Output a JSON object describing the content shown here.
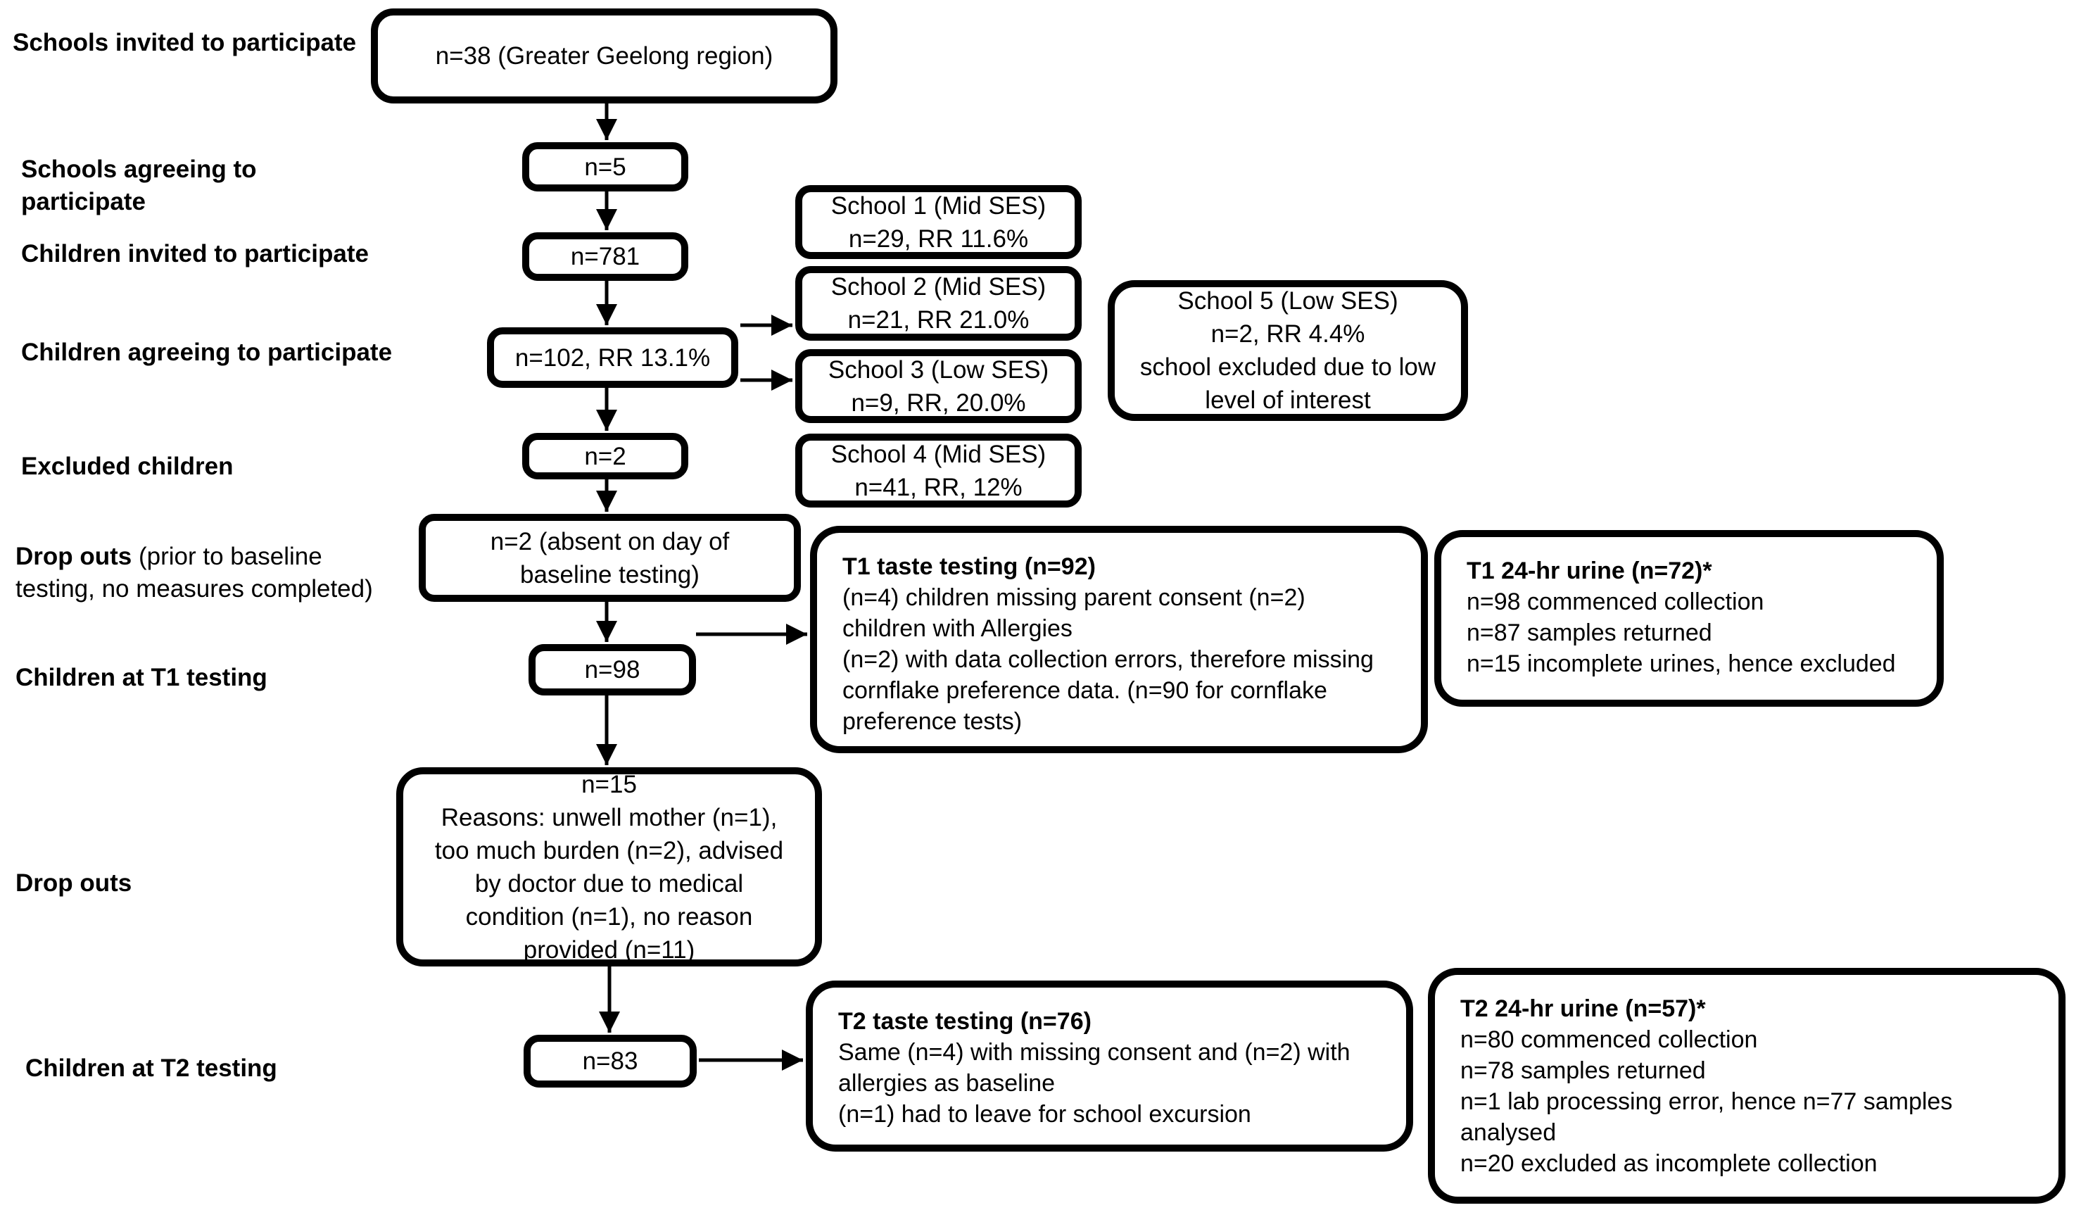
{
  "labels": {
    "schools_invited": "Schools invited to participate",
    "schools_agreeing": "Schools agreeing to participate",
    "children_invited": "Children invited to participate",
    "children_agreeing": "Children agreeing to participate",
    "excluded_children": "Excluded children",
    "dropouts_baseline_bold": "Drop outs",
    "dropouts_baseline_rest": " (prior to baseline testing, no measures completed)",
    "children_t1": "Children at T1 testing",
    "dropouts": "Drop outs",
    "children_t2": "Children at T2 testing"
  },
  "flow_boxes": {
    "schools_invited": "n=38 (Greater Geelong region)",
    "schools_agreeing": "n=5",
    "children_invited": "n=781",
    "children_agreeing": "n=102, RR 13.1%",
    "excluded": "n=2",
    "dropouts_baseline": "n=2 (absent on day of baseline testing)",
    "children_t1": "n=98",
    "dropouts_t2": {
      "line1": "n=15",
      "line2": "Reasons: unwell mother (n=1), too much burden (n=2), advised by doctor due to medical condition (n=1), no reason provided (n=11)"
    },
    "children_t2": "n=83"
  },
  "school_boxes": [
    {
      "name": "School 1 (Mid SES)",
      "stats": "n=29, RR 11.6%"
    },
    {
      "name": "School 2 (Mid SES)",
      "stats": "n=21, RR 21.0%"
    },
    {
      "name": "School 3 (Low SES)",
      "stats": "n=9, RR, 20.0%"
    },
    {
      "name": "School 4 (Mid SES)",
      "stats": "n=41, RR, 12%"
    },
    {
      "name": "School 5 (Low SES)",
      "stats": "n=2, RR 4.4%",
      "note": "school excluded due to low level of interest"
    }
  ],
  "t1_taste": {
    "title": "T1 taste testing (n=92)",
    "para1": "(n=4) children missing parent consent (n=2) children with Allergies",
    "para2": "(n=2) with data collection errors, therefore missing cornflake preference data. (n=90 for cornflake preference tests)"
  },
  "t1_urine": {
    "title": "T1 24-hr urine (n=72)*",
    "lines": [
      "n=98 commenced collection",
      "n=87 samples returned",
      "n=15 incomplete urines, hence excluded"
    ]
  },
  "t2_taste": {
    "title": "T2 taste testing (n=76)",
    "para1": "Same (n=4) with missing consent and (n=2) with allergies as baseline",
    "para2": "(n=1) had to leave for school excursion"
  },
  "t2_urine": {
    "title": "T2 24-hr urine (n=57)*",
    "lines": [
      "n=80 commenced collection",
      "n=78 samples returned",
      "n=1 lab processing error, hence n=77 samples analysed",
      "n=20 excluded as incomplete collection"
    ]
  },
  "colors": {
    "line": "#000000",
    "background": "#ffffff"
  }
}
